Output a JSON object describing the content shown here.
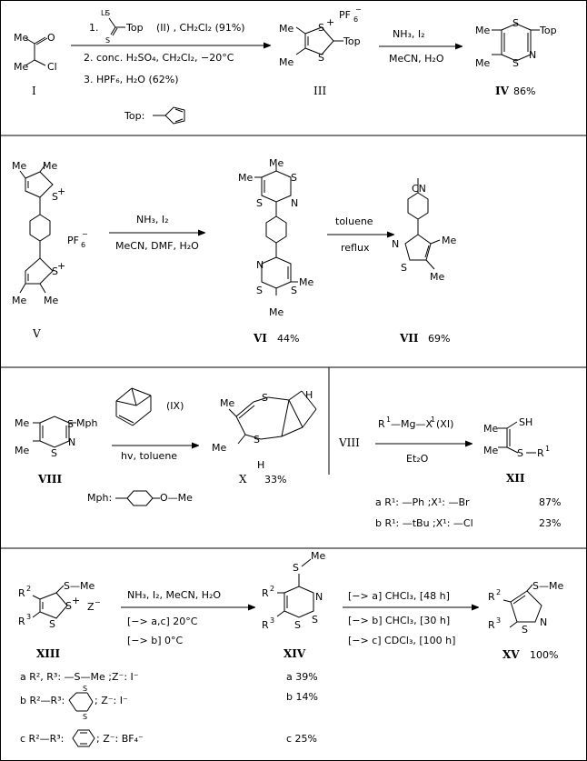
{
  "compounds": {
    "I": "I",
    "III": "III",
    "IV": "IV",
    "V": "V",
    "VI": "VI",
    "VII": "VII",
    "VIII": "VIII",
    "VIII_ref": "VIII",
    "X": "X",
    "XII": "XII",
    "XIII": "XIII",
    "XIV": "XIV",
    "XV": "XV"
  },
  "yields": {
    "IV": "86%",
    "VI": "44%",
    "VII": "69%",
    "X": "33%",
    "XV": "100%"
  },
  "atoms": {
    "O": "O",
    "Cl": "Cl",
    "Me": "Me",
    "S": "S",
    "N": "N",
    "H": "H",
    "CN": "CN",
    "SH": "SH",
    "Top": "Top",
    "Mph": "Mph",
    "R1": "R",
    "R2": "R",
    "R3": "R",
    "sup1": "1",
    "sup2": "2",
    "sup3": "3",
    "plus": "+",
    "PF": "PF",
    "six": "6",
    "minus": "−",
    "Zminus": "Z",
    "smethyl": "S—Me",
    "Li": "Li"
  },
  "row1": {
    "step1_pre": "1.",
    "step1_reagent": "Top",
    "step1_tail": "(II) , CH₂Cl₂   (91%)",
    "step2": "2. conc. H₂SO₄,  CH₂Cl₂,  −20°C",
    "step3": "3. HPF₆,  H₂O    (62%)",
    "arrow2_top": "NH₃, I₂",
    "arrow2_bottom": "MeCN,  H₂O",
    "top_label": "Top:"
  },
  "row2": {
    "arrow1_top": "NH₃, I₂",
    "arrow1_bottom": "MeCN, DMF, H₂O",
    "arrow2_top": "toluene",
    "arrow2_bottom": "reflux"
  },
  "row3": {
    "IX_label": "(IX)",
    "arrow1_bottom": "hv, toluene",
    "mph_label": "Mph:",
    "mph_tail": "O—Me",
    "arrow2_top_tail": "(XI)",
    "arrow2_top_mid": "—Mg—X",
    "arrow2_bottom": "Et₂O",
    "opt_a": "a  R¹: —Ph ;X¹: —Br",
    "opt_a_yield": "87%",
    "opt_b": "b  R¹: —tBu ;X¹: —Cl",
    "opt_b_yield": "23%"
  },
  "row4": {
    "arrow1_top": "NH₃, I₂,  MeCN,  H₂O",
    "cond1": "[−> a,c]       20°C",
    "cond2": "[−> b]          0°C",
    "arrow2_top": "[−> a]  CHCl₃,   [48 h]",
    "cond3": "[−> b]  CHCl₃,   [30 h]",
    "cond4": "[−> c]  CDCl₃,   [100 h]",
    "opt_a": "a  R², R³: —S—Me ;Z⁻: I⁻",
    "opt_b_head": "b  R²—R³:",
    "opt_b_tail": "; Z⁻: I⁻",
    "opt_c_head": "c  R²—R³:",
    "opt_c_tail": "; Z⁻: BF₄⁻",
    "yield_a": "a 39%",
    "yield_b": "b 14%",
    "yield_c": "c 25%"
  }
}
